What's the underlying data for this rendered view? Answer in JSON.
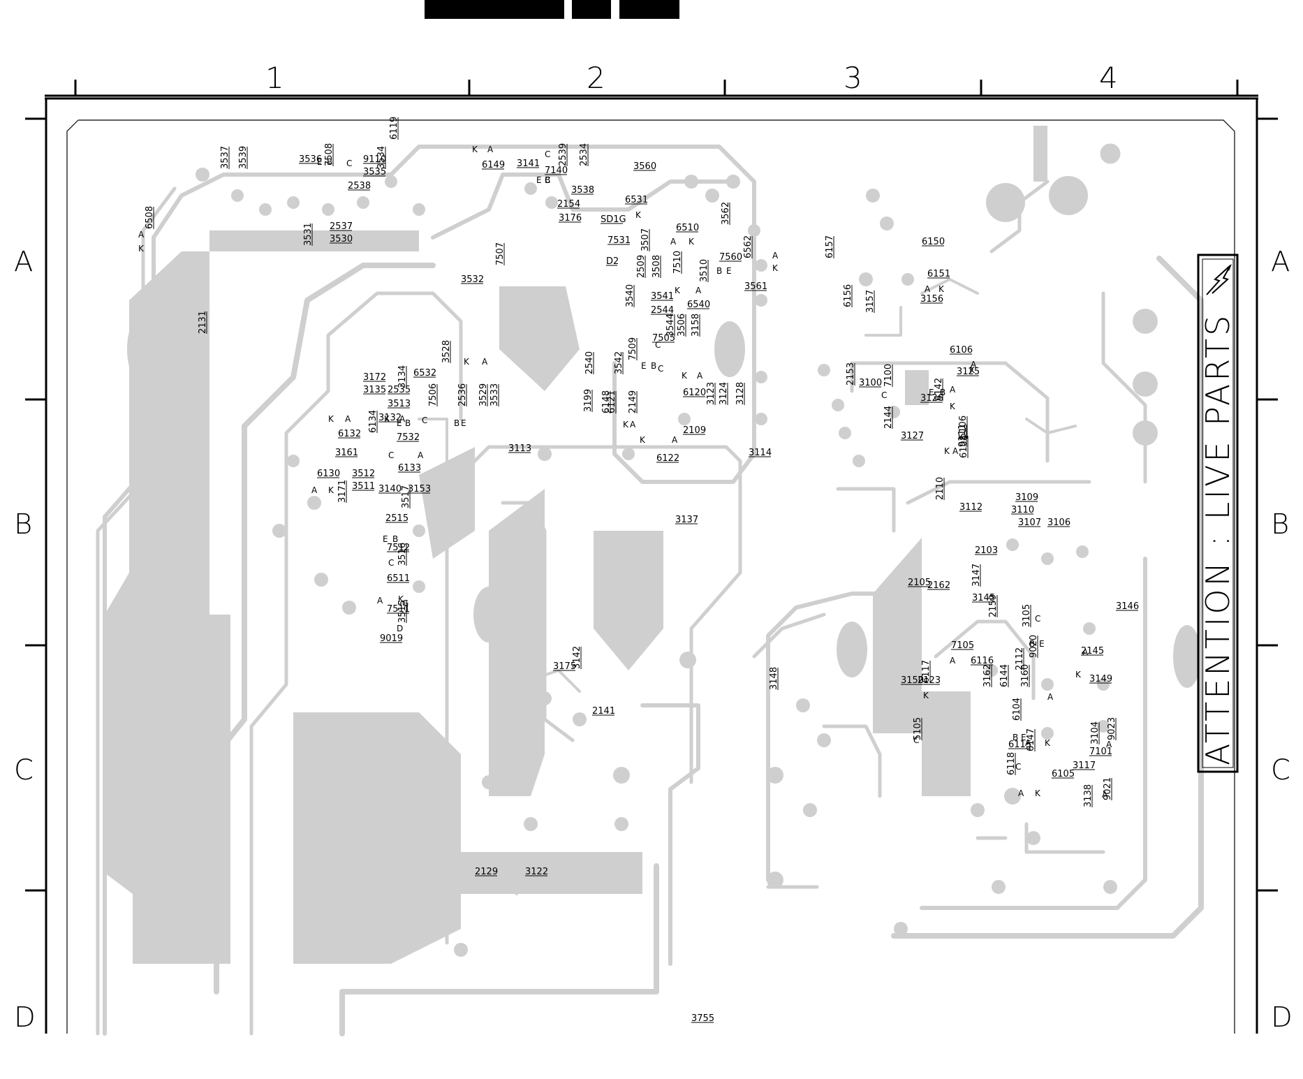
{
  "header_blocks": 3,
  "grid": {
    "columns": [
      "1",
      "2",
      "3",
      "4"
    ],
    "rows_left": [
      "A",
      "B",
      "C",
      "D"
    ],
    "rows_right": [
      "A",
      "B",
      "C",
      "D"
    ]
  },
  "warning": {
    "text": "ATTENTION : LIVE PARTS",
    "icon": "lightning-bolt-icon"
  },
  "components": [
    {
      "ref": "3537",
      "v": true
    },
    {
      "ref": "3539",
      "v": true
    },
    {
      "ref": "3536",
      "v": false
    },
    {
      "ref": "7508",
      "v": true
    },
    {
      "ref": "9110",
      "v": false
    },
    {
      "ref": "3535",
      "v": false
    },
    {
      "ref": "3534",
      "v": true
    },
    {
      "ref": "2538",
      "v": false
    },
    {
      "ref": "6149",
      "v": false
    },
    {
      "ref": "3141",
      "v": false
    },
    {
      "ref": "7140",
      "v": false
    },
    {
      "ref": "2539",
      "v": true
    },
    {
      "ref": "2534",
      "v": true
    },
    {
      "ref": "3560",
      "v": false
    },
    {
      "ref": "3538",
      "v": false
    },
    {
      "ref": "2154",
      "v": false
    },
    {
      "ref": "3176",
      "v": false
    },
    {
      "ref": "6531",
      "v": false
    },
    {
      "ref": "SD1G",
      "v": false
    },
    {
      "ref": "7531",
      "v": false
    },
    {
      "ref": "D2",
      "v": false
    },
    {
      "ref": "6510",
      "v": false
    },
    {
      "ref": "3562",
      "v": true
    },
    {
      "ref": "6508",
      "v": true
    },
    {
      "ref": "2537",
      "v": false
    },
    {
      "ref": "3530",
      "v": false
    },
    {
      "ref": "3531",
      "v": true
    },
    {
      "ref": "3532",
      "v": false
    },
    {
      "ref": "7507",
      "v": true
    },
    {
      "ref": "3507",
      "v": true
    },
    {
      "ref": "7560",
      "v": false
    },
    {
      "ref": "6562",
      "v": true
    },
    {
      "ref": "2509",
      "v": true
    },
    {
      "ref": "3508",
      "v": true
    },
    {
      "ref": "7510",
      "v": true
    },
    {
      "ref": "3510",
      "v": true
    },
    {
      "ref": "3561",
      "v": false
    },
    {
      "ref": "3540",
      "v": true
    },
    {
      "ref": "3541",
      "v": false
    },
    {
      "ref": "2544",
      "v": false
    },
    {
      "ref": "6540",
      "v": false
    },
    {
      "ref": "2131",
      "v": true
    },
    {
      "ref": "7505",
      "v": false
    },
    {
      "ref": "3544",
      "v": true
    },
    {
      "ref": "3506",
      "v": true
    },
    {
      "ref": "3158",
      "v": true
    },
    {
      "ref": "3172",
      "v": false
    },
    {
      "ref": "6532",
      "v": false
    },
    {
      "ref": "3528",
      "v": true
    },
    {
      "ref": "3135",
      "v": false
    },
    {
      "ref": "2535",
      "v": false
    },
    {
      "ref": "3513",
      "v": false
    },
    {
      "ref": "3134",
      "v": true
    },
    {
      "ref": "3132",
      "v": false
    },
    {
      "ref": "7506",
      "v": true
    },
    {
      "ref": "2536",
      "v": true
    },
    {
      "ref": "3529",
      "v": true
    },
    {
      "ref": "3533",
      "v": true
    },
    {
      "ref": "2540",
      "v": true
    },
    {
      "ref": "3542",
      "v": true
    },
    {
      "ref": "7509",
      "v": true
    },
    {
      "ref": "6120",
      "v": false
    },
    {
      "ref": "6132",
      "v": false
    },
    {
      "ref": "6134",
      "v": true
    },
    {
      "ref": "7532",
      "v": false
    },
    {
      "ref": "3161",
      "v": false
    },
    {
      "ref": "6133",
      "v": false
    },
    {
      "ref": "3199",
      "v": true
    },
    {
      "ref": "6148",
      "v": true
    },
    {
      "ref": "6121",
      "v": true
    },
    {
      "ref": "2149",
      "v": true
    },
    {
      "ref": "2109",
      "v": false
    },
    {
      "ref": "3123",
      "v": true
    },
    {
      "ref": "3124",
      "v": true
    },
    {
      "ref": "3128",
      "v": true
    },
    {
      "ref": "3113",
      "v": false
    },
    {
      "ref": "6122",
      "v": false
    },
    {
      "ref": "3114",
      "v": false
    },
    {
      "ref": "6130",
      "v": false
    },
    {
      "ref": "3512",
      "v": false
    },
    {
      "ref": "3511",
      "v": false
    },
    {
      "ref": "3140",
      "v": false
    },
    {
      "ref": "3153",
      "v": false
    },
    {
      "ref": "3171",
      "v": true
    },
    {
      "ref": "3517",
      "v": true
    },
    {
      "ref": "2515",
      "v": false
    },
    {
      "ref": "3137",
      "v": false
    },
    {
      "ref": "7512",
      "v": false
    },
    {
      "ref": "6511",
      "v": false
    },
    {
      "ref": "3516",
      "v": true
    },
    {
      "ref": "7511",
      "v": false
    },
    {
      "ref": "3515",
      "v": true
    },
    {
      "ref": "9019",
      "v": false
    },
    {
      "ref": "3175",
      "v": false
    },
    {
      "ref": "3142",
      "v": true
    },
    {
      "ref": "2141",
      "v": false
    },
    {
      "ref": "2129",
      "v": false
    },
    {
      "ref": "3122",
      "v": false
    },
    {
      "ref": "3755",
      "v": false
    },
    {
      "ref": "6157",
      "v": true
    },
    {
      "ref": "6150",
      "v": false
    },
    {
      "ref": "6151",
      "v": false
    },
    {
      "ref": "3156",
      "v": false
    },
    {
      "ref": "6156",
      "v": true
    },
    {
      "ref": "3157",
      "v": true
    },
    {
      "ref": "6106",
      "v": false
    },
    {
      "ref": "3125",
      "v": false
    },
    {
      "ref": "3100",
      "v": false
    },
    {
      "ref": "2153",
      "v": true
    },
    {
      "ref": "7100",
      "v": true
    },
    {
      "ref": "3126",
      "v": false
    },
    {
      "ref": "6142",
      "v": true
    },
    {
      "ref": "2144",
      "v": true
    },
    {
      "ref": "3127",
      "v": false
    },
    {
      "ref": "5106",
      "v": true
    },
    {
      "ref": "9111",
      "v": true
    },
    {
      "ref": "6108",
      "v": true
    },
    {
      "ref": "2110",
      "v": true
    },
    {
      "ref": "3112",
      "v": false
    },
    {
      "ref": "3109",
      "v": false
    },
    {
      "ref": "3110",
      "v": false
    },
    {
      "ref": "3107",
      "v": false
    },
    {
      "ref": "3106",
      "v": false
    },
    {
      "ref": "2103",
      "v": false
    },
    {
      "ref": "2105",
      "v": false
    },
    {
      "ref": "2162",
      "v": false
    },
    {
      "ref": "3145",
      "v": false
    },
    {
      "ref": "3147",
      "v": true
    },
    {
      "ref": "2159",
      "v": true
    },
    {
      "ref": "3105",
      "v": true
    },
    {
      "ref": "3146",
      "v": false
    },
    {
      "ref": "7105",
      "v": false
    },
    {
      "ref": "9020",
      "v": true
    },
    {
      "ref": "6116",
      "v": false
    },
    {
      "ref": "2145",
      "v": false
    },
    {
      "ref": "3150",
      "v": false
    },
    {
      "ref": "2123",
      "v": false
    },
    {
      "ref": "6117",
      "v": true
    },
    {
      "ref": "3162",
      "v": true
    },
    {
      "ref": "6144",
      "v": true
    },
    {
      "ref": "2112",
      "v": true
    },
    {
      "ref": "3160",
      "v": true
    },
    {
      "ref": "3149",
      "v": false
    },
    {
      "ref": "3148",
      "v": true
    },
    {
      "ref": "6104",
      "v": true
    },
    {
      "ref": "5105",
      "v": true
    },
    {
      "ref": "6115",
      "v": false
    },
    {
      "ref": "6147",
      "v": true
    },
    {
      "ref": "7101",
      "v": false
    },
    {
      "ref": "3104",
      "v": true
    },
    {
      "ref": "9023",
      "v": true
    },
    {
      "ref": "6118",
      "v": true
    },
    {
      "ref": "6105",
      "v": false
    },
    {
      "ref": "3117",
      "v": false
    },
    {
      "ref": "3138",
      "v": true
    },
    {
      "ref": "9021",
      "v": true
    },
    {
      "ref": "6119",
      "v": true
    }
  ],
  "pin_labels": [
    "K",
    "A",
    "C",
    "E",
    "B",
    "D",
    "G"
  ]
}
